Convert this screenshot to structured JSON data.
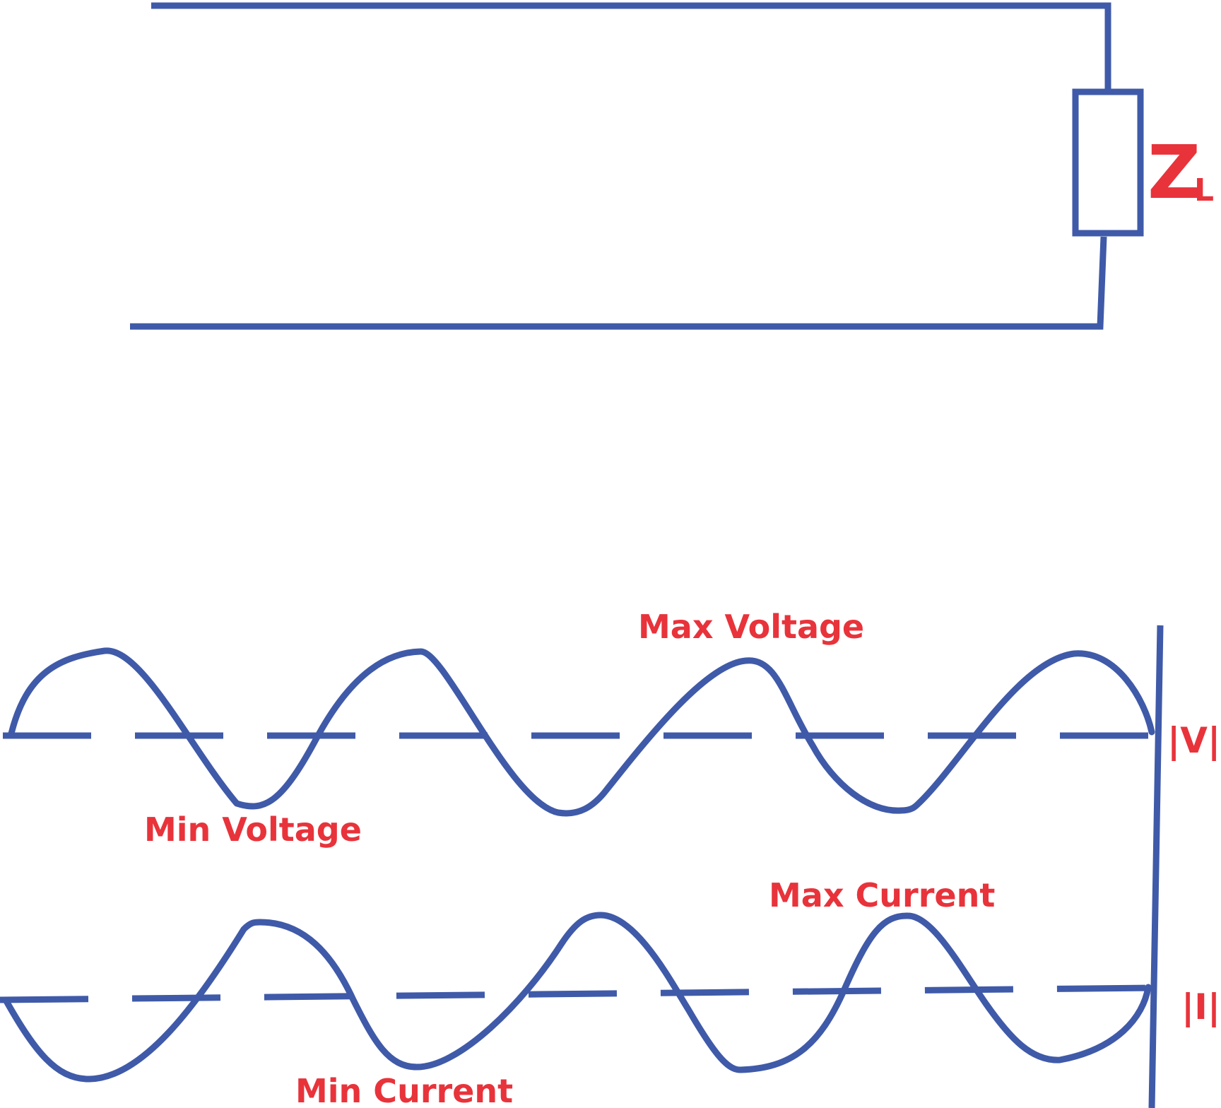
{
  "colors": {
    "line": "#3f5aa8",
    "label": "#e8333b",
    "background": "#ffffff"
  },
  "circuit": {
    "load_symbol": "Z",
    "load_subscript": "L"
  },
  "labels": {
    "max_voltage": "Max Voltage",
    "min_voltage": "Min Voltage",
    "max_current": "Max Current",
    "min_current": "Min Current",
    "voltage_marker": "|V|",
    "current_marker": "|I|"
  }
}
